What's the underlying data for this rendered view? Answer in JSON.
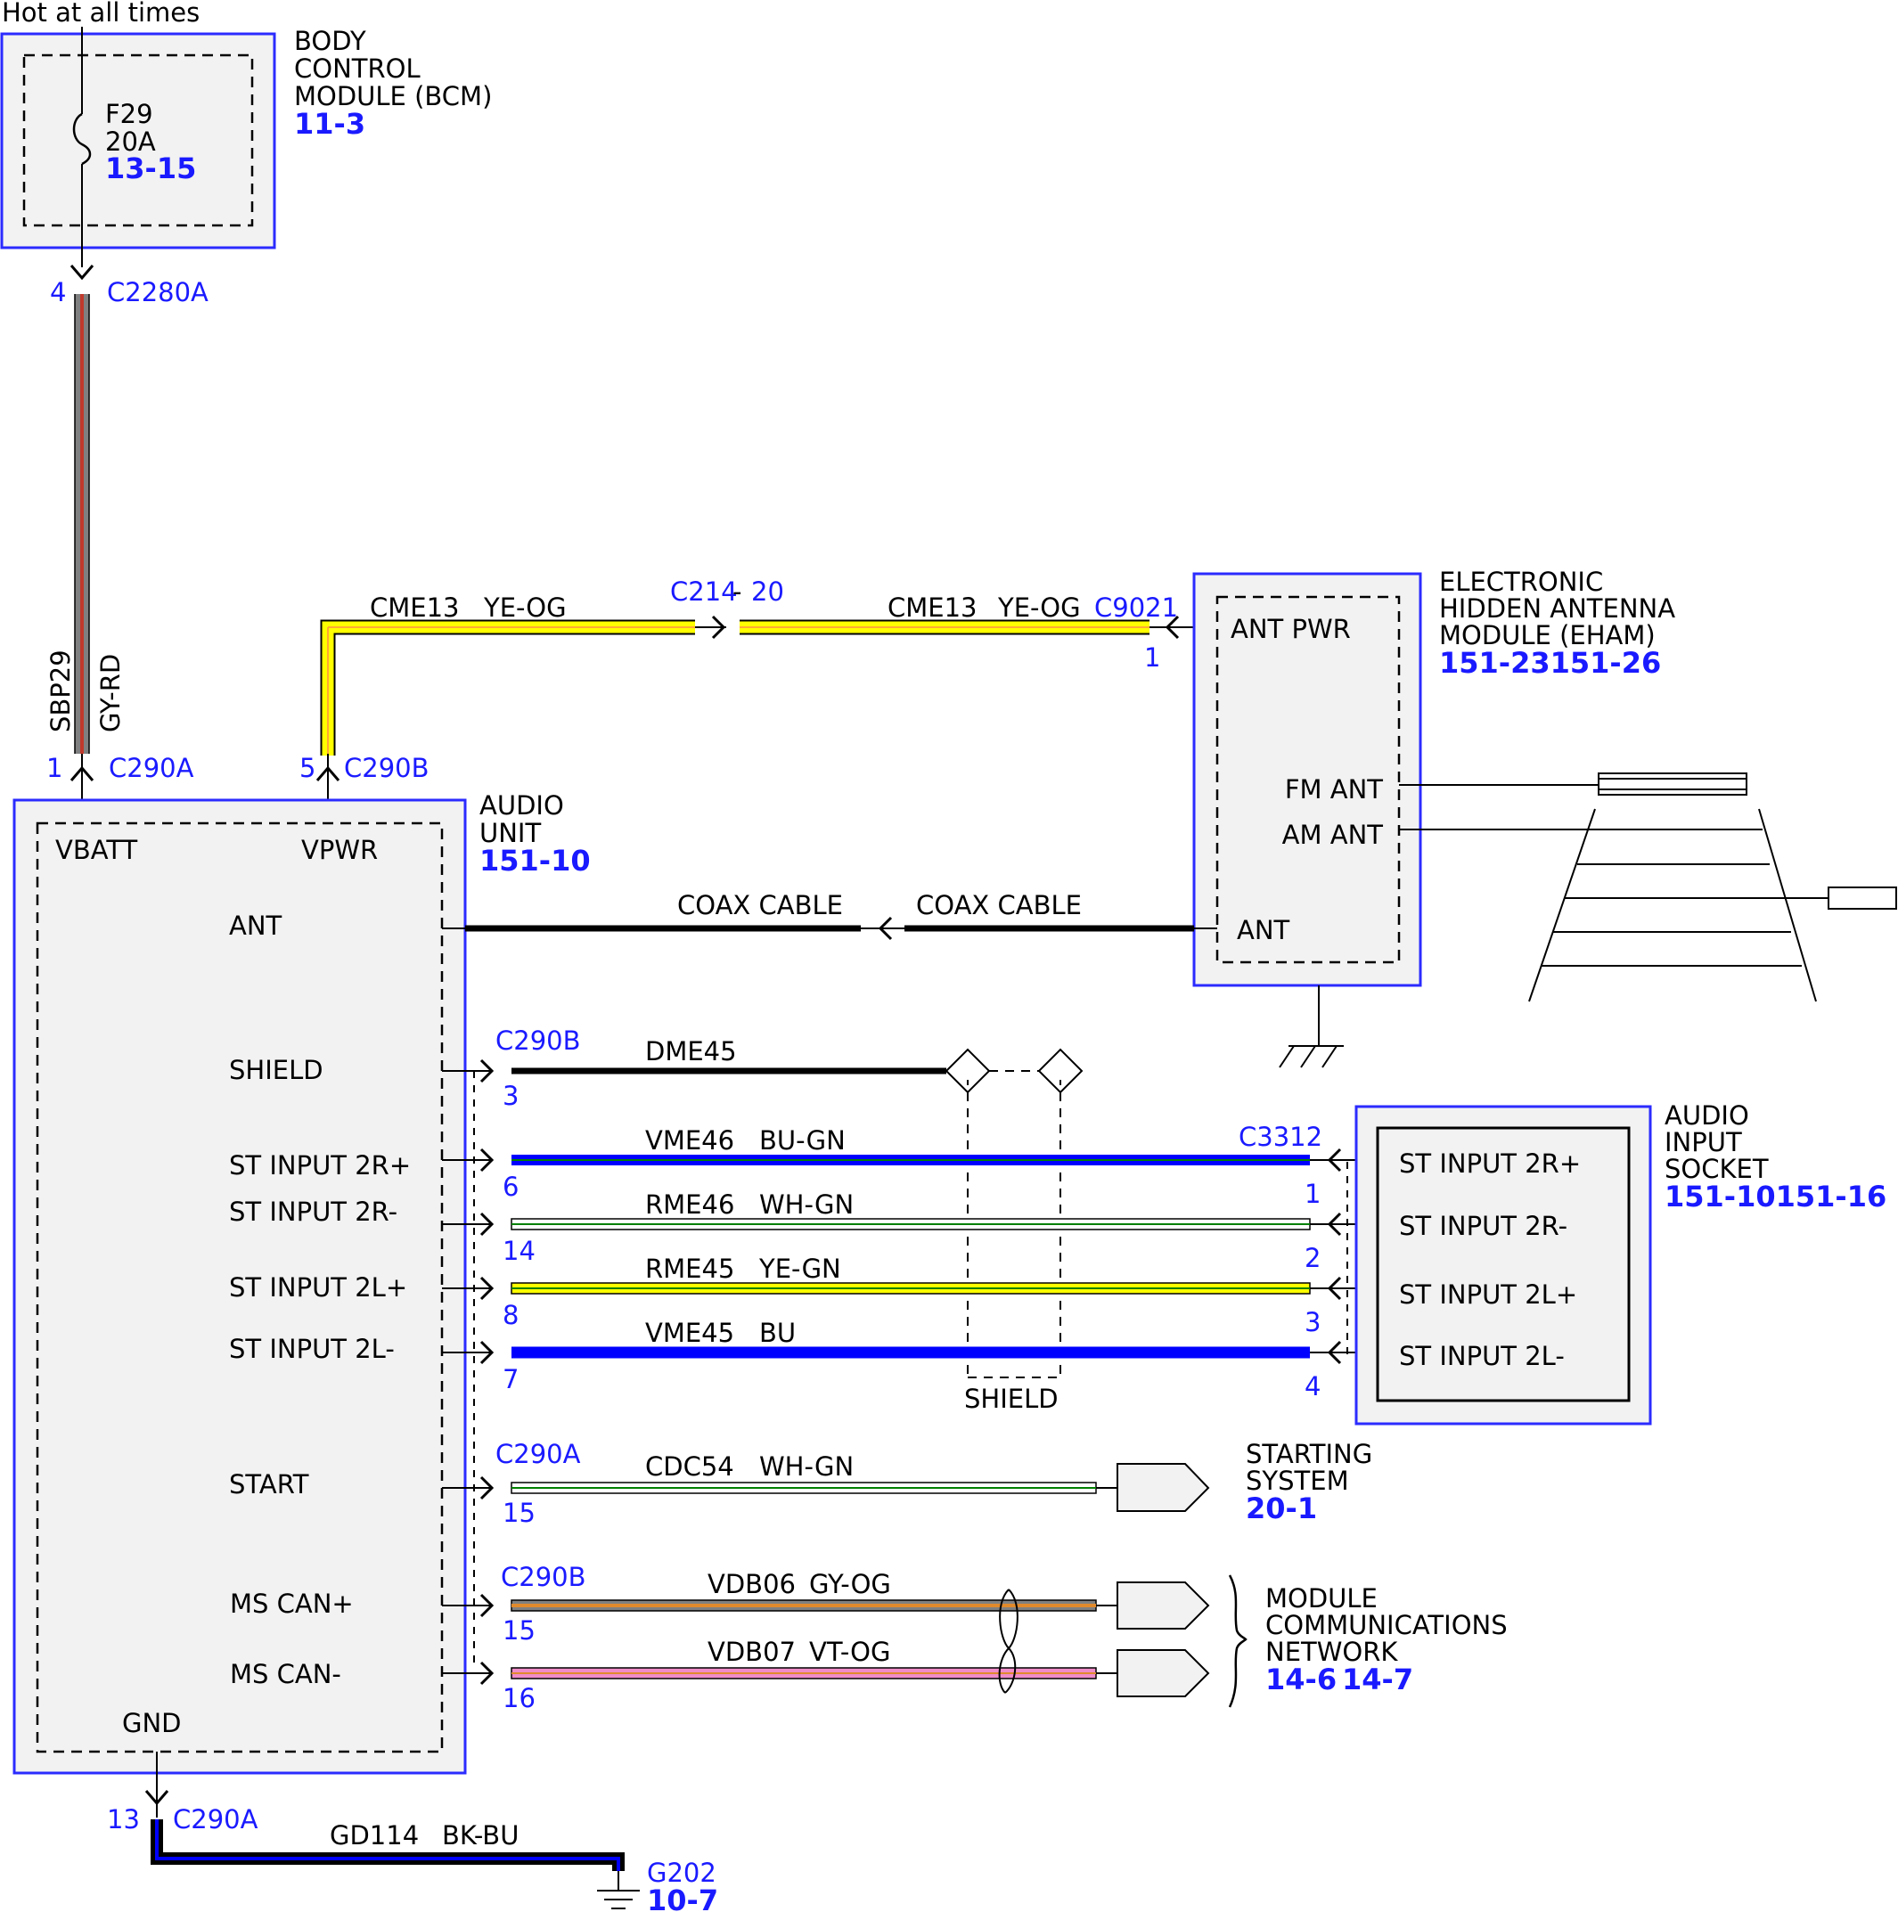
{
  "supply": {
    "label": "Hot at all times"
  },
  "bcm": {
    "line1": "BODY",
    "line2": "CONTROL",
    "line3": "MODULE (BCM)",
    "ref": "11-3",
    "fuse_name": "F29",
    "fuse_rating": "20A",
    "fuse_ref": "13-15"
  },
  "c2280a": {
    "pin": "4",
    "name": "C2280A"
  },
  "sbp29": {
    "circuit": "SBP29",
    "color": "GY-RD"
  },
  "c290a_top": {
    "pin": "1",
    "name": "C290A"
  },
  "c290b_top": {
    "pin": "5",
    "name": "C290B"
  },
  "cme13_left": {
    "circuit": "CME13",
    "color": "YE-OG"
  },
  "cme13_right": {
    "circuit": "CME13",
    "color": "YE-OG"
  },
  "c214": {
    "name": "C214",
    "pin": "20"
  },
  "c9021": {
    "name": "C9021",
    "pin": "1"
  },
  "eham": {
    "line1": "ELECTRONIC",
    "line2": "HIDDEN ANTENNA",
    "line3": "MODULE (EHAM)",
    "ref": "151-23151-26",
    "pins": [
      "ANT PWR",
      "FM ANT",
      "AM ANT",
      "ANT"
    ]
  },
  "audio_unit": {
    "line1": "AUDIO",
    "line2": "UNIT",
    "ref": "151-10",
    "vbatt": "VBATT",
    "vpwr": "VPWR",
    "gnd": "GND",
    "pins": [
      "ANT",
      "SHIELD",
      "ST INPUT 2R+",
      "ST INPUT 2R-",
      "ST INPUT 2L+",
      "ST INPUT 2L-",
      "START",
      "MS CAN+",
      "MS CAN-"
    ]
  },
  "coax": {
    "left": "COAX CABLE",
    "right": "COAX CABLE"
  },
  "c290b_mid": {
    "name": "C290B"
  },
  "dme45": {
    "circuit": "DME45",
    "pin": "3"
  },
  "stereo_wires": [
    {
      "circuit": "VME46",
      "color": "BU-GN",
      "pin_left": "6",
      "pin_right": "1"
    },
    {
      "circuit": "RME46",
      "color": "WH-GN",
      "pin_left": "14",
      "pin_right": "2"
    },
    {
      "circuit": "RME45",
      "color": "YE-GN",
      "pin_left": "8",
      "pin_right": "3"
    },
    {
      "circuit": "VME45",
      "color": "BU",
      "pin_left": "7",
      "pin_right": "4"
    }
  ],
  "c3312": {
    "name": "C3312"
  },
  "shield_label": "SHIELD",
  "socket": {
    "line1": "AUDIO",
    "line2": "INPUT",
    "line3": "SOCKET",
    "ref": "151-10151-16",
    "pins": [
      "ST INPUT 2R+",
      "ST INPUT 2R-",
      "ST INPUT 2L+",
      "ST INPUT 2L-"
    ]
  },
  "c290a_start": {
    "name": "C290A",
    "pin": "15"
  },
  "cdc54": {
    "circuit": "CDC54",
    "color": "WH-GN"
  },
  "starting": {
    "line1": "STARTING",
    "line2": "SYSTEM",
    "ref": "20-1"
  },
  "c290b_can": {
    "name": "C290B",
    "pin_plus": "15",
    "pin_minus": "16"
  },
  "vdb06": {
    "circuit": "VDB06",
    "color": "GY-OG"
  },
  "vdb07": {
    "circuit": "VDB07",
    "color": "VT-OG"
  },
  "network": {
    "line1": "MODULE",
    "line2": "COMMUNICATIONS",
    "line3": "NETWORK",
    "ref1": "14-6",
    "ref2": "14-7"
  },
  "c290a_gnd": {
    "pin": "13",
    "name": "C290A"
  },
  "gd114": {
    "circuit": "GD114",
    "color": "BK-BU"
  },
  "g202": {
    "name": "G202",
    "ref": "10-7"
  },
  "colors": {
    "blue_text": "#1a1aff",
    "box_border": "#2b2bff",
    "box_fill": "#f2f2f2",
    "yellow": "#ffff00",
    "blue_wire": "#0000ff",
    "pink": "#f08cc8",
    "gray": "#808080",
    "red": "#c0392b",
    "orange": "#e08a2c"
  }
}
